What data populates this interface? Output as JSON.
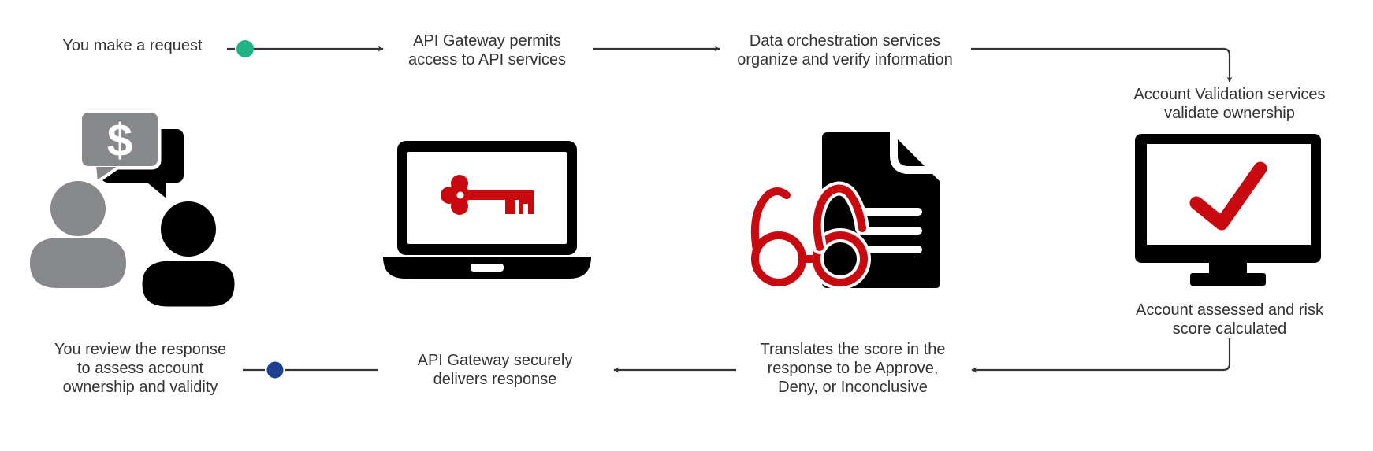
{
  "steps": {
    "request": [
      "You make a request"
    ],
    "gateway_permit": [
      "API Gateway permits",
      "access to API services"
    ],
    "orchestration": [
      "Data orchestration services",
      "organize and verify information"
    ],
    "validation": [
      "Account Validation services",
      "validate ownership"
    ],
    "assessed": [
      "Account assessed and risk",
      "score calculated"
    ],
    "translate": [
      "Translates the score in the",
      "response to be Approve,",
      "Deny, or Inconclusive"
    ],
    "deliver": [
      "API Gateway securely",
      "delivers response"
    ],
    "review": [
      "You review the response",
      "to assess account",
      "ownership and validity"
    ]
  },
  "icons": {
    "people": "people-chat-dollar-icon",
    "laptop": "laptop-key-icon",
    "document": "document-glasses-icon",
    "monitor": "monitor-checkmark-icon",
    "dollar_symbol": "$"
  },
  "colors": {
    "start_dot": "#1fb284",
    "end_dot": "#1f3f8f",
    "accent_red": "#c8090f",
    "gray": "#87888b",
    "black": "#000000",
    "text": "#333333",
    "arrow": "#333333"
  }
}
